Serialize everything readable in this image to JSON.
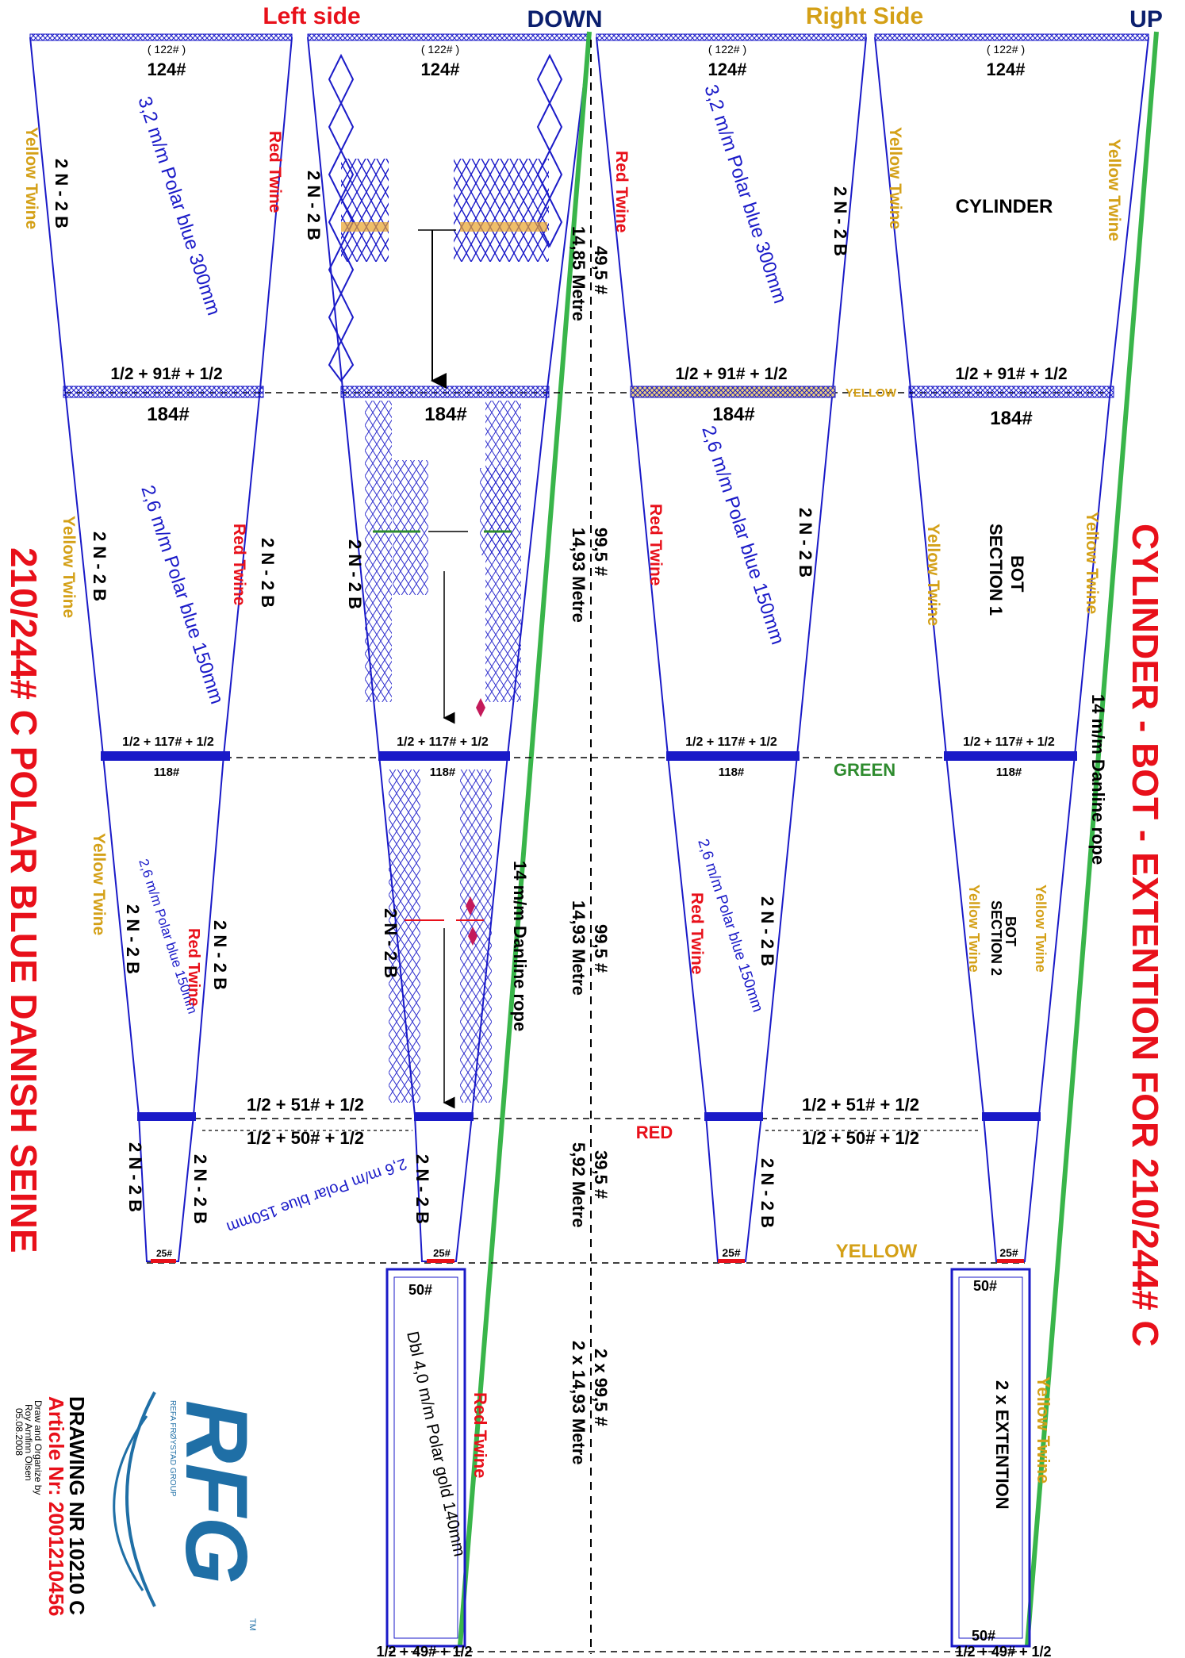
{
  "header": {
    "left_side": "Left side",
    "down": "DOWN",
    "right_side": "Right Side",
    "up": "UP"
  },
  "side_titles": {
    "left": "210/244# C POLAR BLUE DANISH SEINE",
    "right": "CYLINDER - BOT - EXTENTION FOR 210/244# C"
  },
  "mesh_counts": {
    "sub_top": "( 122# )",
    "top": "124#",
    "row1_bottom": "1/2 + 91# + 1/2",
    "row2_top": "184#",
    "row2_bottom": "1/2 + 117# + 1/2",
    "row3_top": "118#",
    "row3_bottom": "1/2 + 51# + 1/2",
    "row4_top": "1/2 + 50# + 1/2",
    "row4_bottom": "25#",
    "ext_top": "50#",
    "ext_bottom": "1/2 + 49# + 1/2",
    "ext_inner_bottom": "50#",
    "tiny_51": "1/2 + 51# + 1/2"
  },
  "twine": {
    "yellow": "Yellow  Twine",
    "yellow_tw": "Yellow Twine",
    "red": "Red Twine",
    "red_tw": "Red  Twine",
    "bar_cut": "2 N - 2 B"
  },
  "materials": {
    "polar_300": "3,2 m/m Polar blue 300mm",
    "polar_150": "2,6 m/m Polar blue 150mm",
    "polar_gold": "Dbl 4,0 m/m Polar gold 140mm",
    "danline": "14 m/m Danline rope"
  },
  "section_labels": {
    "cylinder": "CYLINDER",
    "bot1": "BOT\nSECTION 1",
    "bot1_line1": "BOT",
    "bot1_line2": "SECTION 1",
    "bot2_line1": "BOT",
    "bot2_line2": "SECTION 2",
    "extention": "2 x EXTENTION"
  },
  "color_markers": {
    "yellow": "YELLOW",
    "green": "GREEN",
    "red": "RED"
  },
  "center_measures": {
    "m1_mesh": "49,5 #",
    "m1_len": "14,85 Metre",
    "m2_mesh": "99,5 #",
    "m2_len": "14,93 Metre",
    "m3_mesh": "99,5 #",
    "m3_len": "14,93 Metre",
    "m4_mesh": "39,5 #",
    "m4_len": "5,92 Metre",
    "m5_mesh": "2 x 99,5 #",
    "m5_len": "2 x 14,93 Metre"
  },
  "footer": {
    "logo_text": "RFG",
    "group_name": "REFA FRØYSTAD GROUP",
    "tm": "TM",
    "drawing_nr": "DRAWING NR 10210 C",
    "article_nr": "Article Nr: 2001210456",
    "drawn_by_1": "Draw and Organize by",
    "drawn_by_2": "Roy Arnfinn Olsen",
    "date": "05.08.2008"
  },
  "colors": {
    "blue": "#1a1ac8",
    "red": "#e8101a",
    "yellow": "#d4a017",
    "green": "#2e8b2e",
    "rope": "#39b54a",
    "navy": "#0b1f6e",
    "logo": "#1f6fa6"
  }
}
